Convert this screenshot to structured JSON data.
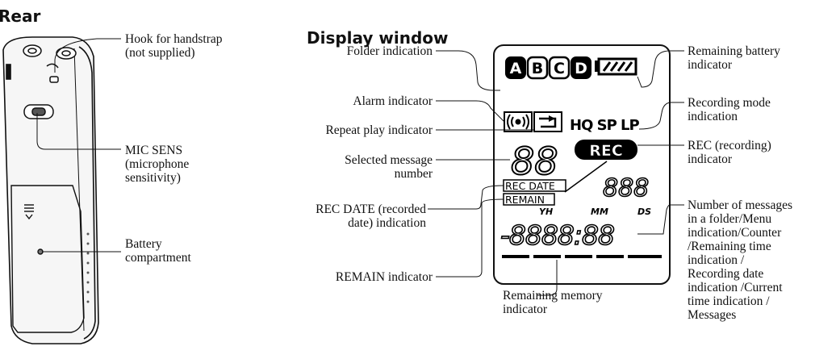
{
  "headings": {
    "rear": "Rear",
    "display": "Display window"
  },
  "rear_labels": {
    "hook": [
      "Hook for handstrap",
      "(not supplied)"
    ],
    "mic_sens": [
      "MIC SENS",
      "(microphone",
      "sensitivity)"
    ],
    "battery": [
      "Battery",
      "compartment"
    ]
  },
  "display_left_labels": {
    "folder": "Folder indication",
    "alarm": "Alarm indicator",
    "repeat": "Repeat play indicator",
    "selected": [
      "Selected message",
      "number"
    ],
    "rec_date": [
      "REC DATE (recorded",
      "date) indication"
    ],
    "remain": "REMAIN indicator"
  },
  "display_bottom_label": [
    "Remaining memory",
    "indicator"
  ],
  "display_right_labels": {
    "battery": [
      "Remaining battery",
      "indicator"
    ],
    "rec_mode": [
      "Recording mode",
      "indication"
    ],
    "rec": [
      "REC (recording)",
      "indicator"
    ],
    "number": [
      "Number of messages",
      "in a folder/Menu",
      "indication/Counter",
      "/Remaining time",
      "indication /",
      "Recording date",
      "indication /Current",
      "time indication /",
      "Messages"
    ]
  },
  "lcd": {
    "folders": [
      "A",
      "B",
      "C",
      "D"
    ],
    "rec_mode": "HQ SP LP",
    "message_number": "88",
    "rec_badge": "REC",
    "rec_date_badge": "REC DATE",
    "remain_badge": "REMAIN",
    "counter_small": "888",
    "unit_labels": [
      "YH",
      "MM",
      "DS"
    ],
    "counter_big": "-8888:88"
  }
}
